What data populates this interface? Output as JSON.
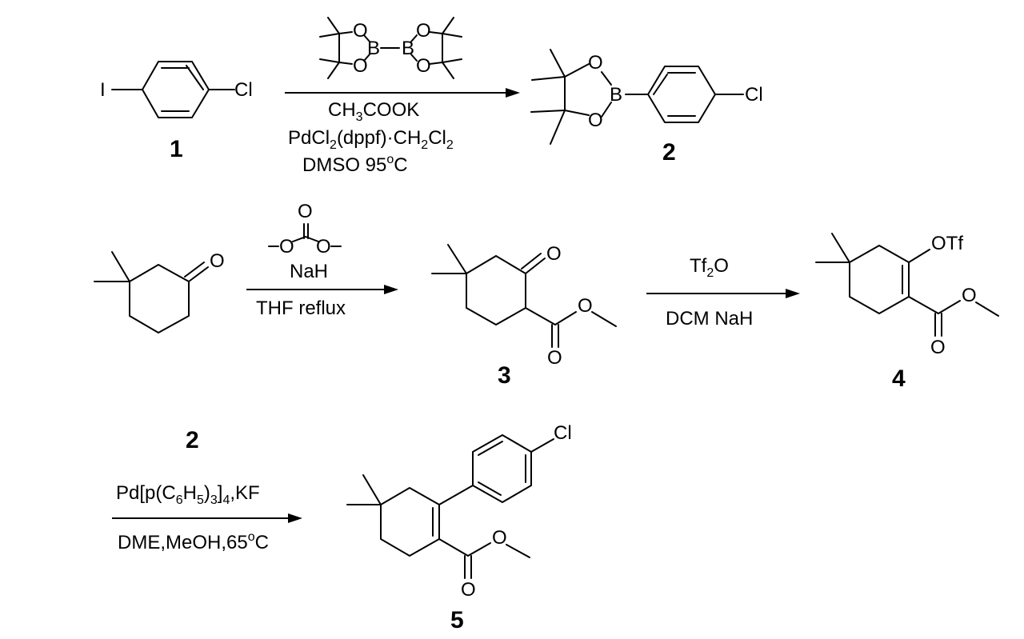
{
  "compounds": {
    "c1": {
      "number": "1",
      "atoms": {
        "i": "I",
        "cl": "Cl"
      }
    },
    "c2": {
      "number": "2",
      "atoms": {
        "o_top": "O",
        "o_bot": "O",
        "b": "B",
        "cl": "Cl"
      }
    },
    "c3": {
      "number": "3",
      "atoms": {
        "ketone_o": "O",
        "ester_o": "O",
        "carbonyl_o": "O"
      }
    },
    "c4": {
      "number": "4",
      "atoms": {
        "otf": "OTf",
        "ester_o": "O",
        "carbonyl_o": "O"
      }
    },
    "c5": {
      "number": "5",
      "atoms": {
        "cl": "Cl",
        "ester_o": "O",
        "carbonyl_o": "O"
      }
    },
    "ketone": {
      "atoms": {
        "o": "O"
      }
    },
    "b2pin2": {
      "atoms": {
        "o1": "O",
        "o2": "O",
        "o3": "O",
        "o4": "O",
        "b1": "B",
        "b2": "B"
      }
    },
    "dimethyl_carbonate": {
      "atoms": {
        "o_top": "O",
        "o_left": "O",
        "o_right": "O"
      }
    },
    "reagent2": {
      "number": "2"
    }
  },
  "steps": {
    "step1": {
      "above": "",
      "below": [
        {
          "parts": [
            "CH",
            "3",
            "COOK"
          ]
        },
        {
          "parts": [
            "PdCl",
            "2",
            "(dppf)·CH",
            "2",
            "Cl",
            "2"
          ]
        },
        {
          "parts": [
            "DMSO 95",
            "o",
            "C"
          ]
        }
      ]
    },
    "step2": {
      "above": [
        "NaH"
      ],
      "below": [
        "THF reflux"
      ]
    },
    "step3": {
      "above": {
        "parts": [
          "Tf",
          "2",
          "O"
        ]
      },
      "below": [
        "DCM NaH"
      ]
    },
    "step4": {
      "above": {
        "parts": [
          "Pd[p(C",
          "6",
          "H",
          "5",
          ")",
          "3",
          "]",
          "4",
          ",KF"
        ]
      },
      "below": {
        "parts": [
          "DME,MeOH,65",
          "o",
          "C"
        ]
      }
    }
  }
}
